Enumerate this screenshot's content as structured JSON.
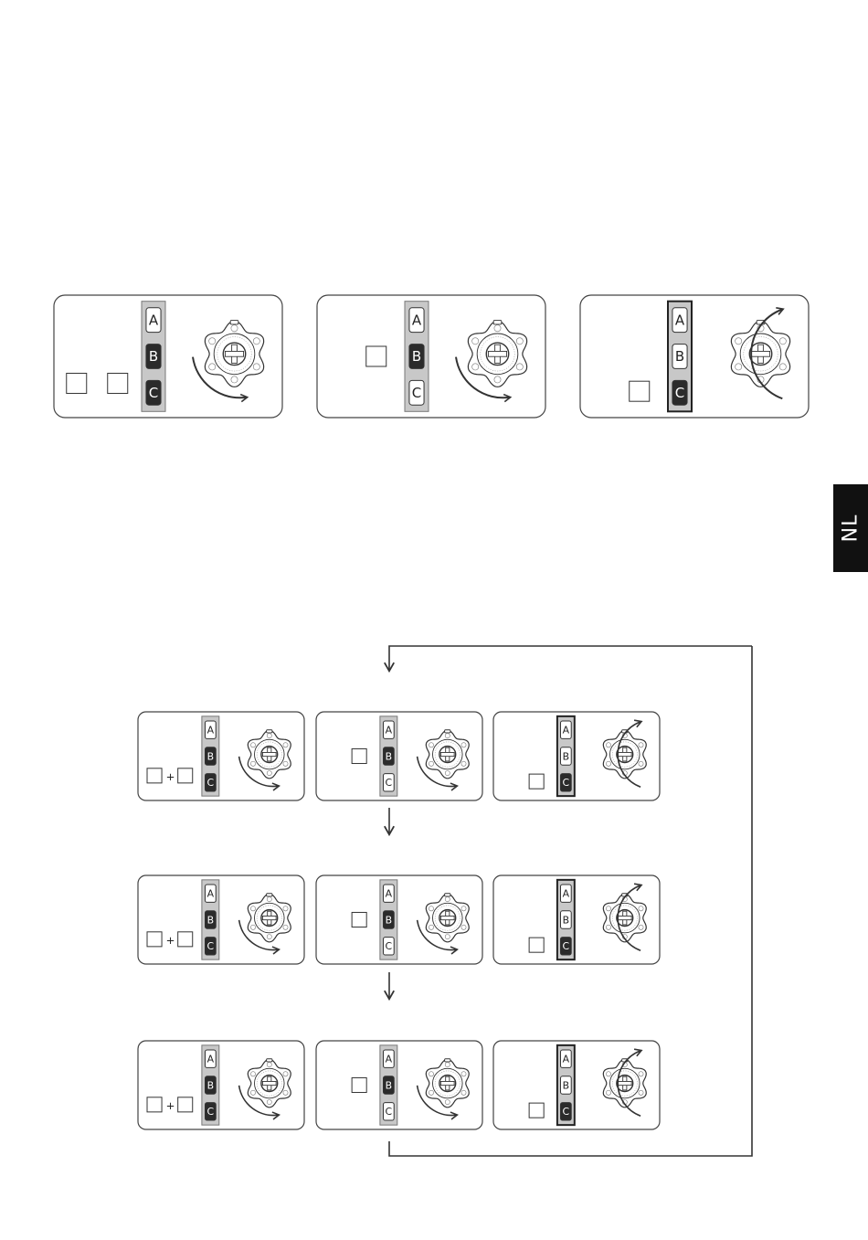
{
  "language_tab": "NL",
  "button_letters": [
    "A",
    "B",
    "C"
  ],
  "plus_sign": "+",
  "colors": {
    "line": "#333333",
    "panel_outline": "#444444",
    "strip_fill": "#c8c8c8",
    "key_dark": "#2b2b2b",
    "key_light": "#ffffff",
    "tab_background": "#111111",
    "tab_text": "#ffffff"
  },
  "icons": {
    "knob": "rotary-knob-icon",
    "turn_clockwise": "arrow-clockwise-icon",
    "turn_counterclockwise": "arrow-counterclockwise-icon",
    "flow": "arrow-down-icon"
  },
  "top_row": [
    {
      "id": "1",
      "keys": [
        "light",
        "dark",
        "dark"
      ],
      "strip": "shaded",
      "squares": 2,
      "plus": false,
      "arrow": "clockwise"
    },
    {
      "id": "2",
      "keys": [
        "light",
        "dark",
        "light"
      ],
      "strip": "shaded",
      "squares": 1,
      "plus": false,
      "arrow": "clockwise"
    },
    {
      "id": "3",
      "keys": [
        "light",
        "light",
        "dark"
      ],
      "strip": "framed",
      "squares": 1,
      "plus": false,
      "arrow": "counterclockwise"
    }
  ],
  "sequence_rows": [
    [
      {
        "id": "r1-1",
        "keys": [
          "light",
          "dark",
          "dark"
        ],
        "strip": "shaded",
        "squares": 2,
        "plus": true,
        "arrow": "clockwise"
      },
      {
        "id": "r1-2",
        "keys": [
          "light",
          "dark",
          "light"
        ],
        "strip": "shaded",
        "squares": 1,
        "plus": false,
        "arrow": "clockwise"
      },
      {
        "id": "r1-3",
        "keys": [
          "light",
          "light",
          "dark"
        ],
        "strip": "framed",
        "squares": 1,
        "plus": false,
        "arrow": "counterclockwise"
      }
    ],
    [
      {
        "id": "r2-1",
        "keys": [
          "light",
          "dark",
          "dark"
        ],
        "strip": "shaded",
        "squares": 2,
        "plus": true,
        "arrow": "clockwise"
      },
      {
        "id": "r2-2",
        "keys": [
          "light",
          "dark",
          "light"
        ],
        "strip": "shaded",
        "squares": 1,
        "plus": false,
        "arrow": "clockwise"
      },
      {
        "id": "r2-3",
        "keys": [
          "light",
          "light",
          "dark"
        ],
        "strip": "framed",
        "squares": 1,
        "plus": false,
        "arrow": "counterclockwise"
      }
    ],
    [
      {
        "id": "r3-1",
        "keys": [
          "light",
          "dark",
          "dark"
        ],
        "strip": "shaded",
        "squares": 2,
        "plus": true,
        "arrow": "clockwise"
      },
      {
        "id": "r3-2",
        "keys": [
          "light",
          "dark",
          "light"
        ],
        "strip": "shaded",
        "squares": 1,
        "plus": false,
        "arrow": "clockwise"
      },
      {
        "id": "r3-3",
        "keys": [
          "light",
          "light",
          "dark"
        ],
        "strip": "framed",
        "squares": 1,
        "plus": false,
        "arrow": "counterclockwise"
      }
    ]
  ],
  "flow": {
    "arrows_down": 3,
    "loops_back_to_start": true
  }
}
